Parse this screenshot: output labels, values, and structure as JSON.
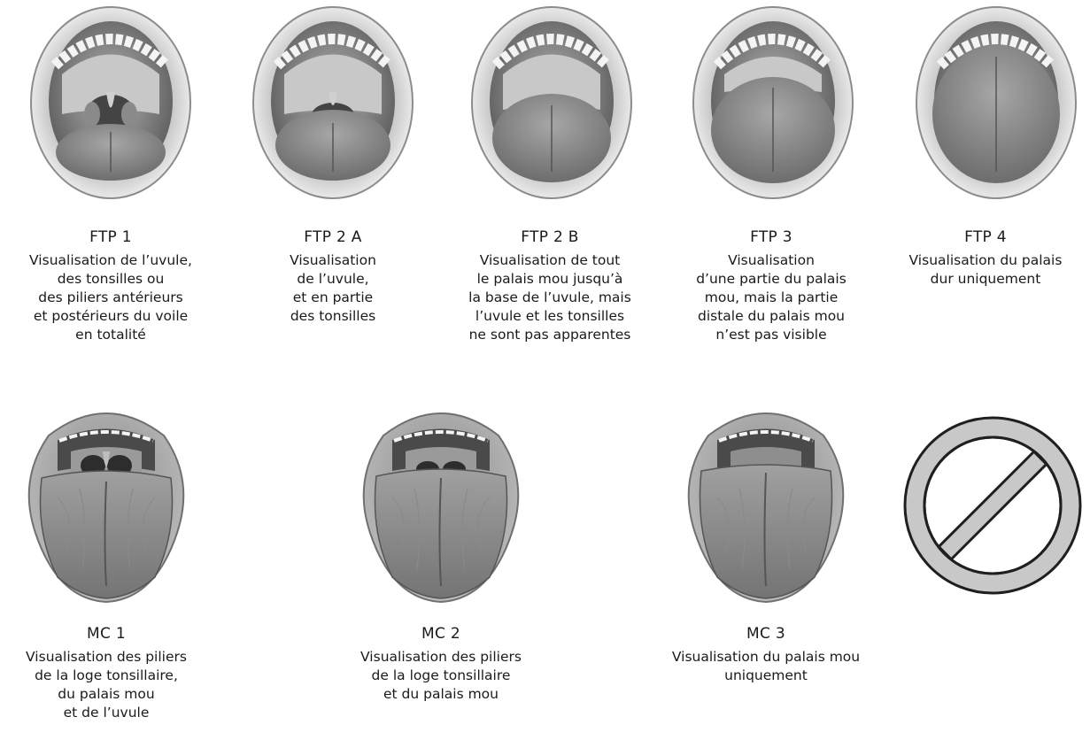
{
  "top_row": [
    {
      "title": "FTP 1",
      "description": "Visualisation de l’uvule,\ndes tonsilles ou\ndes piliers antérieurs\net postérieurs du voile\nen totalité"
    },
    {
      "title": "FTP 2 A",
      "description": "Visualisation\nde l’uvule,\net en partie\ndes tonsilles"
    },
    {
      "title": "FTP 2 B",
      "description": "Visualisation de tout\nle palais mou jusqu’à\nla base de l’uvule, mais\nl’uvule et les tonsilles\nne sont pas apparentes"
    },
    {
      "title": "FTP 3",
      "description": "Visualisation\nd’une partie du palais\nmou, mais la partie\ndistale du palais mou\nn’est pas visible"
    },
    {
      "title": "FTP 4",
      "description": "Visualisation du palais\ndur uniquement"
    }
  ],
  "bottom_row": [
    {
      "title": "MC 1",
      "description": "Visualisation des piliers\nde la loge tonsillaire,\ndu palais mou\net de l’uvule"
    },
    {
      "title": "MC 2",
      "description": "Visualisation des piliers\nde la loge tonsillaire\net du palais mou"
    },
    {
      "title": "MC 3",
      "description": "Visualisation du palais mou\nuniquement"
    }
  ],
  "not_applicable_icon": "prohibition-icon"
}
